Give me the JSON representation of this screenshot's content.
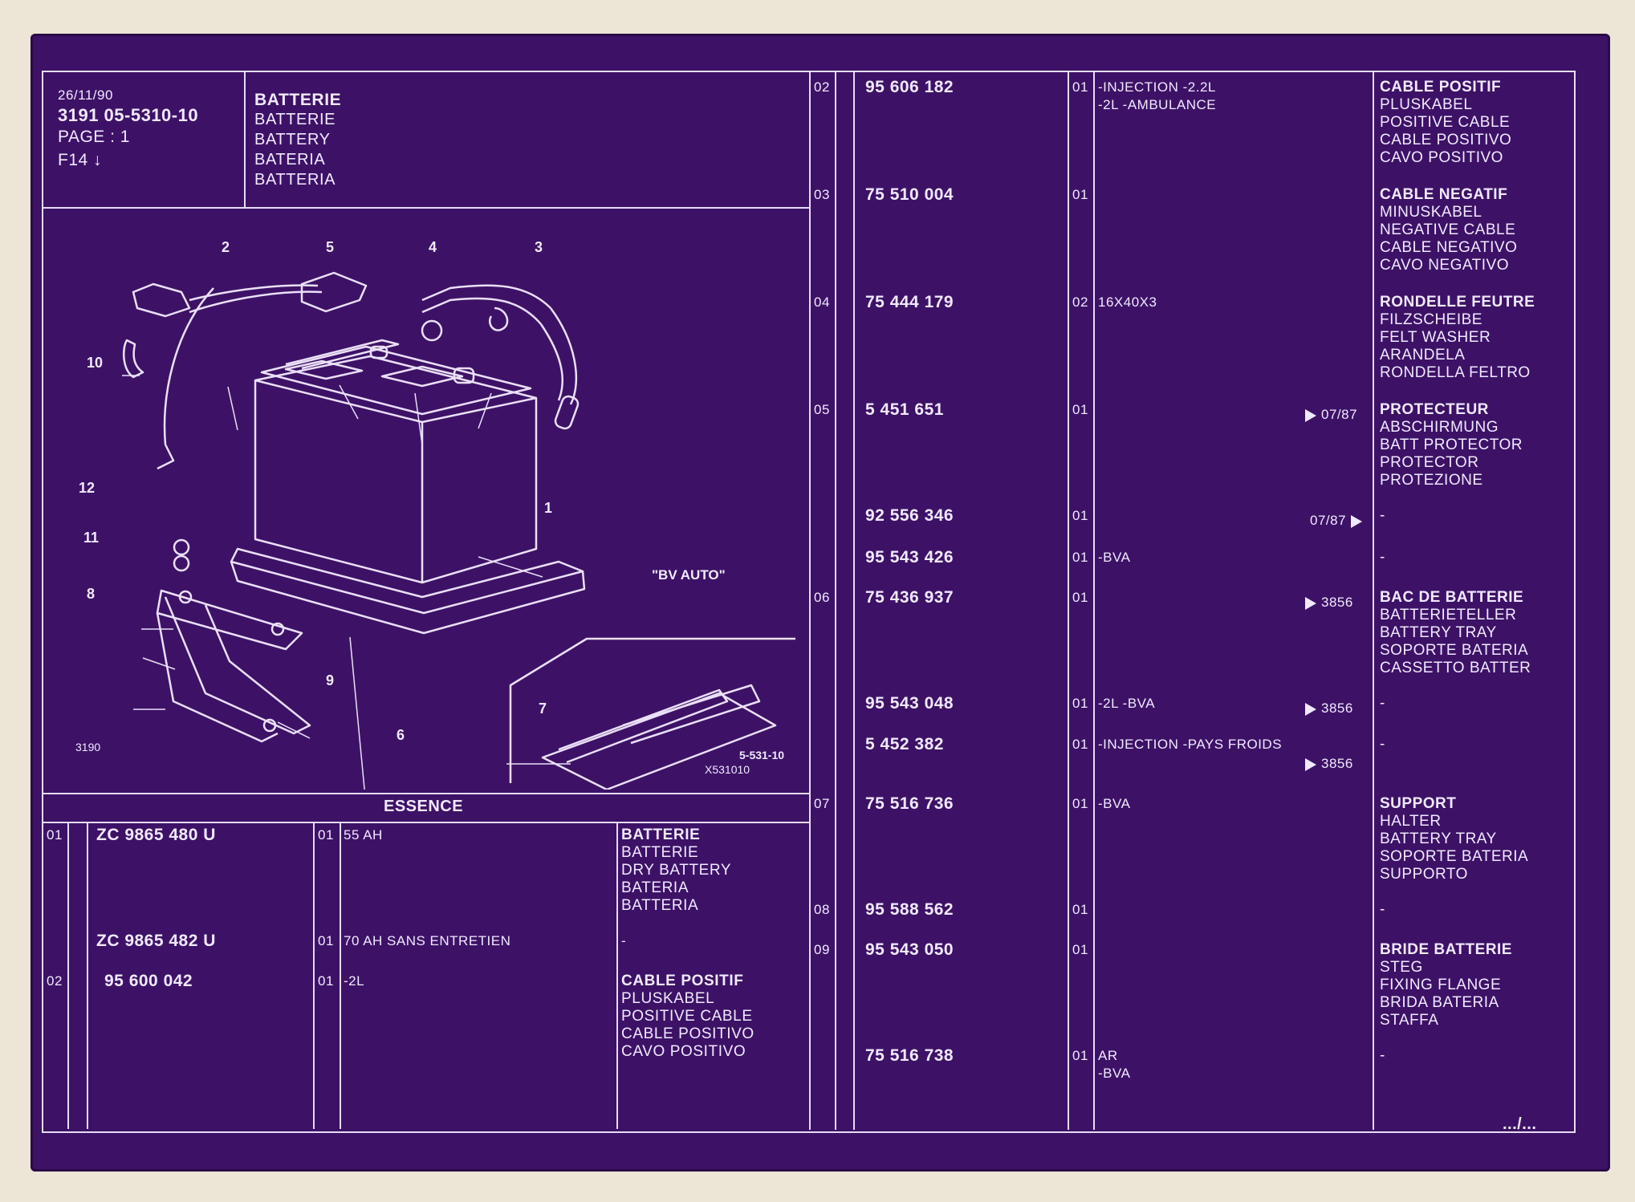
{
  "header": {
    "date": "26/11/90",
    "code": "3191  05-5310-10",
    "page": "PAGE : 1",
    "sheet": "F14",
    "title": [
      "BATTERIE",
      "BATTERIE",
      "BATTERY",
      "BATERIA",
      "BATTERIA"
    ]
  },
  "diagram": {
    "callouts": [
      "1",
      "2",
      "3",
      "4",
      "5",
      "6",
      "7",
      "8",
      "9",
      "10",
      "11",
      "12"
    ],
    "inset_label": "\"BV AUTO\"",
    "ref_left": "3190",
    "ref_right": "5-531-10",
    "ref_right2": "X531010"
  },
  "essence": {
    "heading": "ESSENCE",
    "rows": [
      {
        "item": "01",
        "part": "ZC 9865 480 U",
        "qty": "01",
        "spec": "55 AH",
        "desc": [
          "BATTERIE",
          "BATTERIE",
          "DRY BATTERY",
          "BATERIA",
          "BATTERIA"
        ]
      },
      {
        "item": "",
        "part": "ZC 9865 482 U",
        "qty": "01",
        "spec": "70 AH SANS ENTRETIEN",
        "desc": [
          "-"
        ]
      },
      {
        "item": "02",
        "part": "95 600 042",
        "qty": "01",
        "spec": "-2L",
        "desc": [
          "CABLE POSITIF",
          "PLUSKABEL",
          "POSITIVE CABLE",
          "CABLE POSITIVO",
          "CAVO POSITIVO"
        ]
      }
    ]
  },
  "parts": [
    {
      "item": "02",
      "part": "95 606 182",
      "qty": "01",
      "spec": [
        "-INJECTION -2.2L",
        "-2L -AMBULANCE"
      ],
      "date": "",
      "date_arrow": "",
      "desc": [
        "CABLE POSITIF",
        "PLUSKABEL",
        "POSITIVE CABLE",
        "CABLE POSITIVO",
        "CAVO POSITIVO"
      ]
    },
    {
      "item": "03",
      "part": "75 510 004",
      "qty": "01",
      "spec": [],
      "date": "",
      "date_arrow": "",
      "desc": [
        "CABLE NEGATIF",
        "MINUSKABEL",
        "NEGATIVE CABLE",
        "CABLE NEGATIVO",
        "CAVO NEGATIVO"
      ]
    },
    {
      "item": "04",
      "part": "75 444 179",
      "qty": "02",
      "spec": [
        "16X40X3"
      ],
      "date": "",
      "date_arrow": "",
      "desc": [
        "RONDELLE FEUTRE",
        "FILZSCHEIBE",
        "FELT WASHER",
        "ARANDELA",
        "RONDELLA FELTRO"
      ]
    },
    {
      "item": "05",
      "part": "5 451 651",
      "qty": "01",
      "spec": [],
      "date": "07/87",
      "date_arrow": "before",
      "desc": [
        "PROTECTEUR",
        "ABSCHIRMUNG",
        "BATT PROTECTOR",
        "PROTECTOR",
        "PROTEZIONE"
      ]
    },
    {
      "item": "",
      "part": "92 556 346",
      "qty": "01",
      "spec": [],
      "date": "07/87",
      "date_arrow": "after",
      "desc": [
        "-"
      ]
    },
    {
      "item": "",
      "part": "95 543 426",
      "qty": "01",
      "spec": [
        "-BVA"
      ],
      "date": "",
      "date_arrow": "",
      "desc": [
        "-"
      ]
    },
    {
      "item": "06",
      "part": "75 436 937",
      "qty": "01",
      "spec": [],
      "date": "3856",
      "date_arrow": "before",
      "desc": [
        "BAC DE BATTERIE",
        "BATTERIETELLER",
        "BATTERY TRAY",
        "SOPORTE BATERIA",
        "CASSETTO BATTER"
      ]
    },
    {
      "item": "",
      "part": "95 543 048",
      "qty": "01",
      "spec": [
        "-2L -BVA"
      ],
      "date": "3856",
      "date_arrow": "before",
      "desc": [
        "-"
      ]
    },
    {
      "item": "",
      "part": "5 452 382",
      "qty": "01",
      "spec": [
        "-INJECTION -PAYS FROIDS"
      ],
      "date": "3856",
      "date_arrow": "before",
      "desc": [
        "-"
      ]
    },
    {
      "item": "07",
      "part": "75 516 736",
      "qty": "01",
      "spec": [
        "-BVA"
      ],
      "date": "",
      "date_arrow": "",
      "desc": [
        "SUPPORT",
        "HALTER",
        "BATTERY TRAY",
        "SOPORTE BATERIA",
        "SUPPORTO"
      ]
    },
    {
      "item": "08",
      "part": "95 588 562",
      "qty": "01",
      "spec": [],
      "date": "",
      "date_arrow": "",
      "desc": [
        "-"
      ]
    },
    {
      "item": "09",
      "part": "95 543 050",
      "qty": "01",
      "spec": [],
      "date": "",
      "date_arrow": "",
      "desc": [
        "BRIDE BATTERIE",
        "STEG",
        "FIXING FLANGE",
        "BRIDA BATERIA",
        "STAFFA"
      ]
    },
    {
      "item": "",
      "part": "75 516 738",
      "qty": "01",
      "spec": [
        "AR",
        "-BVA"
      ],
      "date": "",
      "date_arrow": "",
      "desc": [
        "-"
      ]
    }
  ],
  "footer": {
    "continued": ".../..."
  },
  "colors": {
    "background": "#3d1266",
    "lines": "#e7dcf6",
    "paper": "#ede6d6"
  }
}
